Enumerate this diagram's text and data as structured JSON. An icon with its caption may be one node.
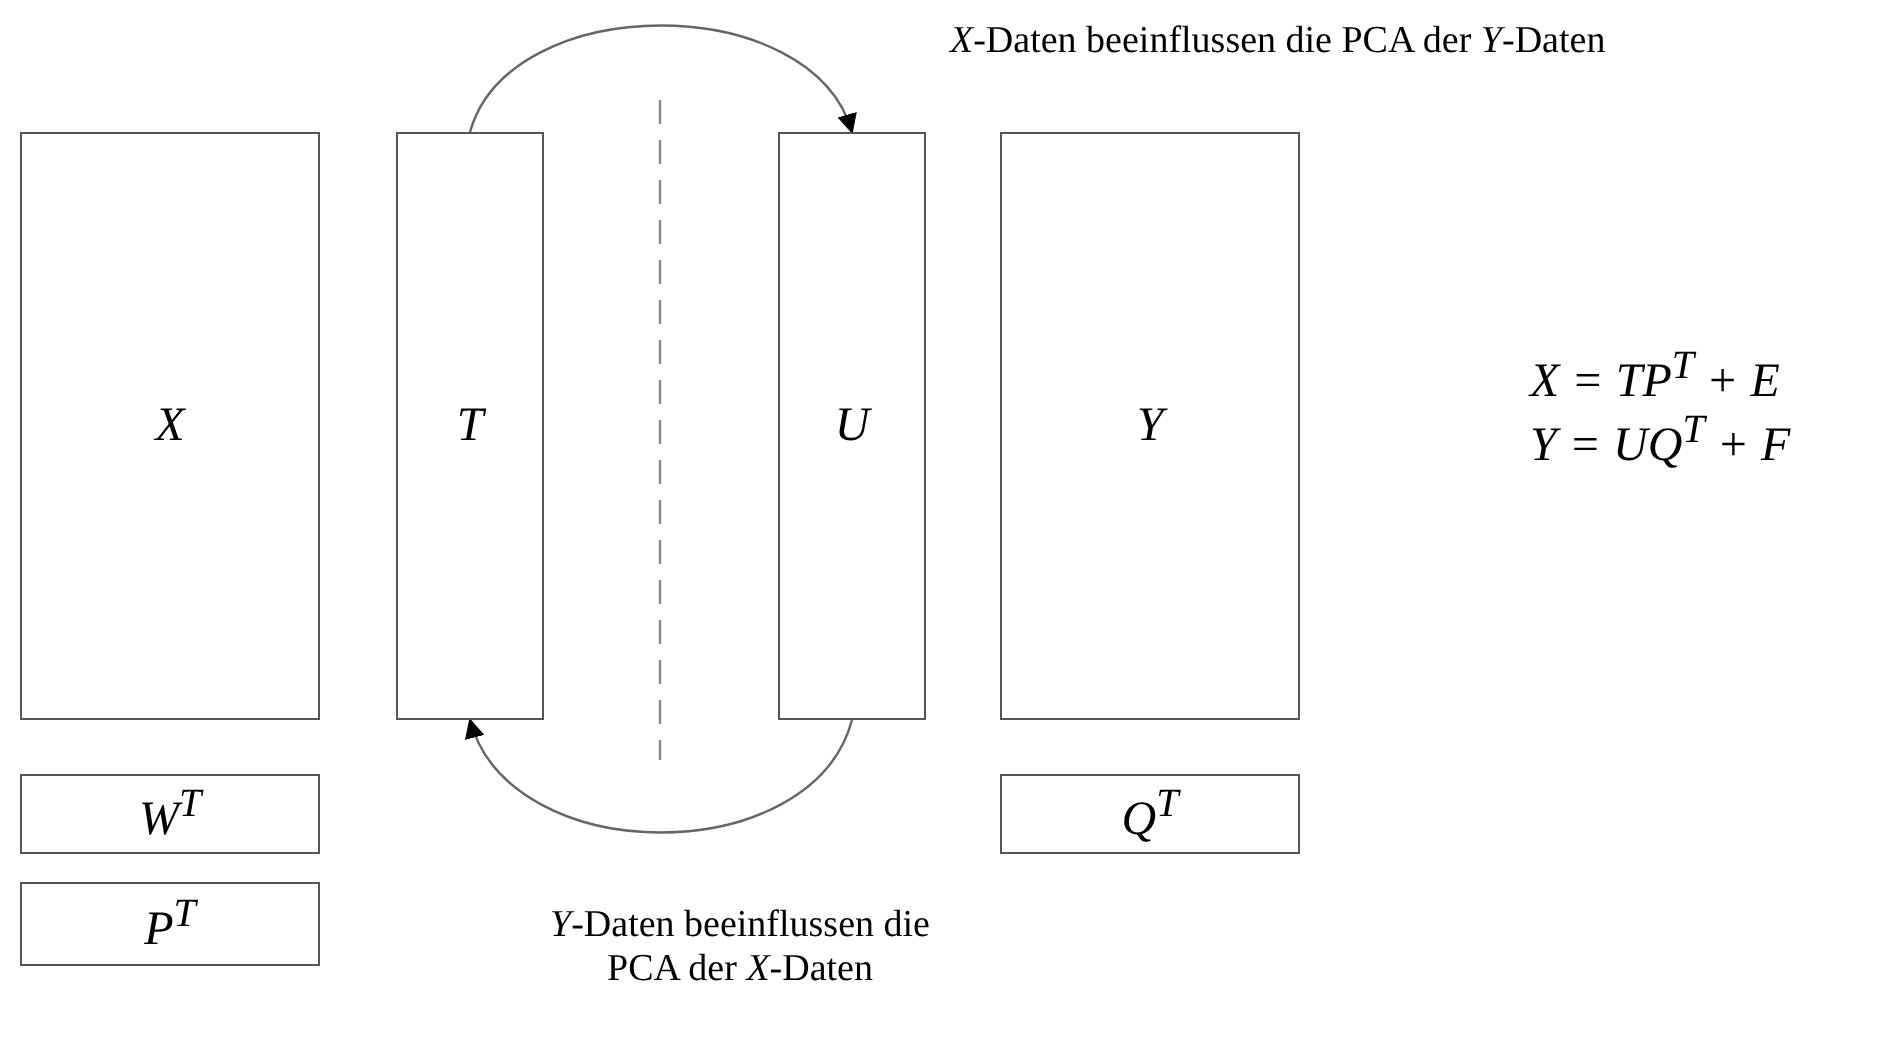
{
  "diagram": {
    "nodes": [
      {
        "text": [
          "X"
        ]
      },
      {
        "text": [
          "T"
        ]
      },
      {
        "text": [
          "U"
        ]
      },
      {
        "text": [
          "Y"
        ]
      },
      {
        "text": [
          "W$^{T}$"
        ]
      },
      {
        "text": [
          "Q$^{T}$"
        ]
      },
      {
        "text": [
          "P$^{T}$"
        ]
      }
    ],
    "edges": [
      {
        "from": 1,
        "to": 2,
        "arrow": "to",
        "label": "*X*-Daten beeinflussen die PCA der *Y*-Daten"
      },
      {
        "from": 2,
        "to": 1,
        "arrow": "to",
        "label": "*Y*-Daten beeinflussen die PCA der *X*-Daten"
      }
    ],
    "labels": [
      "X = TP$^{T}$ + E",
      "Y = UQ$^{T}$ + F"
    ]
  }
}
